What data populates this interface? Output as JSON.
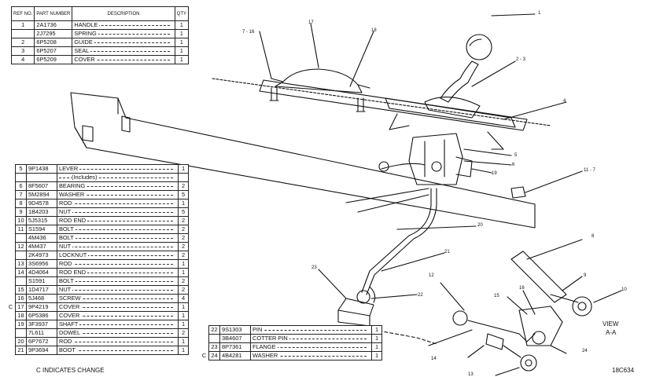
{
  "table_top": {
    "headers": {
      "ref": "REF NO.",
      "part": "PART NUMBER",
      "desc": "DESCRIPTION",
      "qty": "QTY"
    },
    "rows": [
      {
        "ref": "1",
        "part": "2A1736",
        "desc": "HANDLE",
        "qty": "1"
      },
      {
        "ref": "",
        "part": "2J7295",
        "desc": "SPRING",
        "qty": "1"
      },
      {
        "ref": "2",
        "part": "6P5208",
        "desc": "GUIDE",
        "qty": "1"
      },
      {
        "ref": "3",
        "part": "6P5207",
        "desc": "SEAL",
        "qty": "1"
      },
      {
        "ref": "4",
        "part": "6P5209",
        "desc": "COVER",
        "qty": "1"
      }
    ]
  },
  "table_mid": {
    "rows": [
      {
        "c": "",
        "ref": "5",
        "part": "9P1438",
        "desc": "LEVER",
        "qty": "1"
      },
      {
        "c": "",
        "ref": "",
        "part": "",
        "desc": "(Includes)",
        "qty": ""
      },
      {
        "c": "",
        "ref": "6",
        "part": "8F5607",
        "desc": "BEARING",
        "qty": "2"
      },
      {
        "c": "",
        "ref": "7",
        "part": "5M2894",
        "desc": "WASHER",
        "qty": "5"
      },
      {
        "c": "",
        "ref": "8",
        "part": "9D4578",
        "desc": "ROD",
        "qty": "1"
      },
      {
        "c": "",
        "ref": "9",
        "part": "1B4203",
        "desc": "NUT",
        "qty": "5"
      },
      {
        "c": "",
        "ref": "10",
        "part": "5J5315",
        "desc": "ROD END",
        "qty": "2"
      },
      {
        "c": "",
        "ref": "11",
        "part": "S1594",
        "desc": "BOLT",
        "qty": "2"
      },
      {
        "c": "",
        "ref": "",
        "part": "4M436",
        "desc": "BOLT",
        "qty": "2"
      },
      {
        "c": "",
        "ref": "12",
        "part": "4M437",
        "desc": "NUT",
        "qty": "2"
      },
      {
        "c": "",
        "ref": "",
        "part": "2K4973",
        "desc": "LOCKNUT",
        "qty": "2"
      },
      {
        "c": "",
        "ref": "13",
        "part": "3S6956",
        "desc": "ROD",
        "qty": "1"
      },
      {
        "c": "",
        "ref": "14",
        "part": "4D4064",
        "desc": "ROD END",
        "qty": "1"
      },
      {
        "c": "",
        "ref": "",
        "part": "S1591",
        "desc": "BOLT",
        "qty": "2"
      },
      {
        "c": "",
        "ref": "15",
        "part": "1D4717",
        "desc": "NUT",
        "qty": "2"
      },
      {
        "c": "",
        "ref": "16",
        "part": "5J468",
        "desc": "SCREW",
        "qty": "4"
      },
      {
        "c": "C",
        "ref": "17",
        "part": "9P4219",
        "desc": "COVER",
        "qty": "1"
      },
      {
        "c": "",
        "ref": "18",
        "part": "6P5386",
        "desc": "COVER",
        "qty": "1"
      },
      {
        "c": "",
        "ref": "19",
        "part": "3F3937",
        "desc": "SHAFT",
        "qty": "1"
      },
      {
        "c": "",
        "ref": "",
        "part": "7L611",
        "desc": "DOWEL",
        "qty": "2"
      },
      {
        "c": "",
        "ref": "20",
        "part": "6P7672",
        "desc": "ROD",
        "qty": "1"
      },
      {
        "c": "",
        "ref": "21",
        "part": "9P3694",
        "desc": "BOOT",
        "qty": "1"
      }
    ]
  },
  "table_bot": {
    "rows": [
      {
        "c": "",
        "ref": "22",
        "part": "9S1303",
        "desc": "PIN",
        "qty": "1"
      },
      {
        "c": "",
        "ref": "",
        "part": "3B4607",
        "desc": "COTTER PIN",
        "qty": "1"
      },
      {
        "c": "",
        "ref": "23",
        "part": "8P7361",
        "desc": "FLANGE",
        "qty": "1"
      },
      {
        "c": "C",
        "ref": "24",
        "part": "4B4281",
        "desc": "WASHER",
        "qty": "1"
      }
    ]
  },
  "notes": {
    "change": "C INDICATES CHANGE",
    "view": "VIEW",
    "view_ref": "A-A",
    "figure_no": "18C634"
  },
  "callouts": [
    "1",
    "2 - 3",
    "4",
    "5",
    "6",
    "7 - 16",
    "8",
    "9",
    "10",
    "11 - 7",
    "12",
    "13",
    "14",
    "15",
    "16",
    "17",
    "18",
    "19",
    "20",
    "21",
    "22",
    "23",
    "24"
  ]
}
